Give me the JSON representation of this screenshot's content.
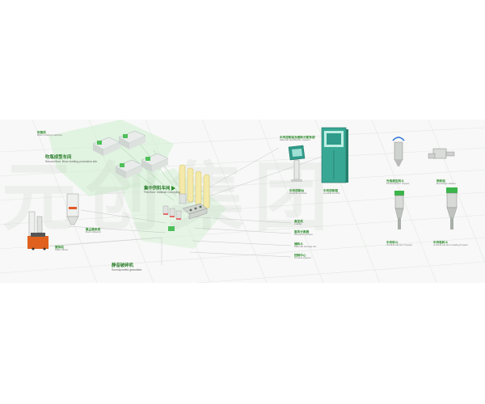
{
  "colors": {
    "accent_green": "#3bb54a",
    "dark_green": "#2a7d2a",
    "teal_panel": "#2f9b8a",
    "orange": "#e0611e"
  },
  "labels": {
    "blow_machine_cn": "吹瓶机",
    "blow_machine_en": "Blow molding machine",
    "second_floor_cn": "吹瓶成型车间",
    "second_floor_en": "Second floor: Blow molding production site",
    "first_floor_cn": "集中供料车间",
    "first_floor_en": "First floor: Material Conveying",
    "dust_collector_cn": "集尘器系统",
    "dust_collector_en": "Dust collector",
    "mixer_cn": "搅拌机",
    "mixer_en": "Static Mixer",
    "granulator_cn": "静音破碎机",
    "granulator_en": "Soundproofed granulator",
    "central_control_cn": "中央控制站及燃料分配系统",
    "central_control_en": "Material distribution system",
    "console_cn": "中央控制台",
    "console_en": "Central console",
    "cabinet_cn": "中央控制柜",
    "cabinet_en": "Central control",
    "loader_cn": "真空机",
    "loader_en": "Loader",
    "cyclone_cn": "旋风分离器",
    "cyclone_en": "Optional cyclone",
    "silo_cn": "储料斗",
    "silo_en": "Material storage bin",
    "control_center_cn": "控制中心",
    "control_center_en": "Control system",
    "photo_hopper_cn": "光电感应料斗",
    "photo_hopper_en": "Photoelectric hopper",
    "exchange_cn": "换料站",
    "exchange_en": "Exchange station",
    "central_hopper_cn": "中央料斗",
    "central_hopper_en": "Central vacuum hopper",
    "central_loader_cn": "中央吸料斗",
    "central_loader_en": "Central vacuum loading hopper"
  }
}
